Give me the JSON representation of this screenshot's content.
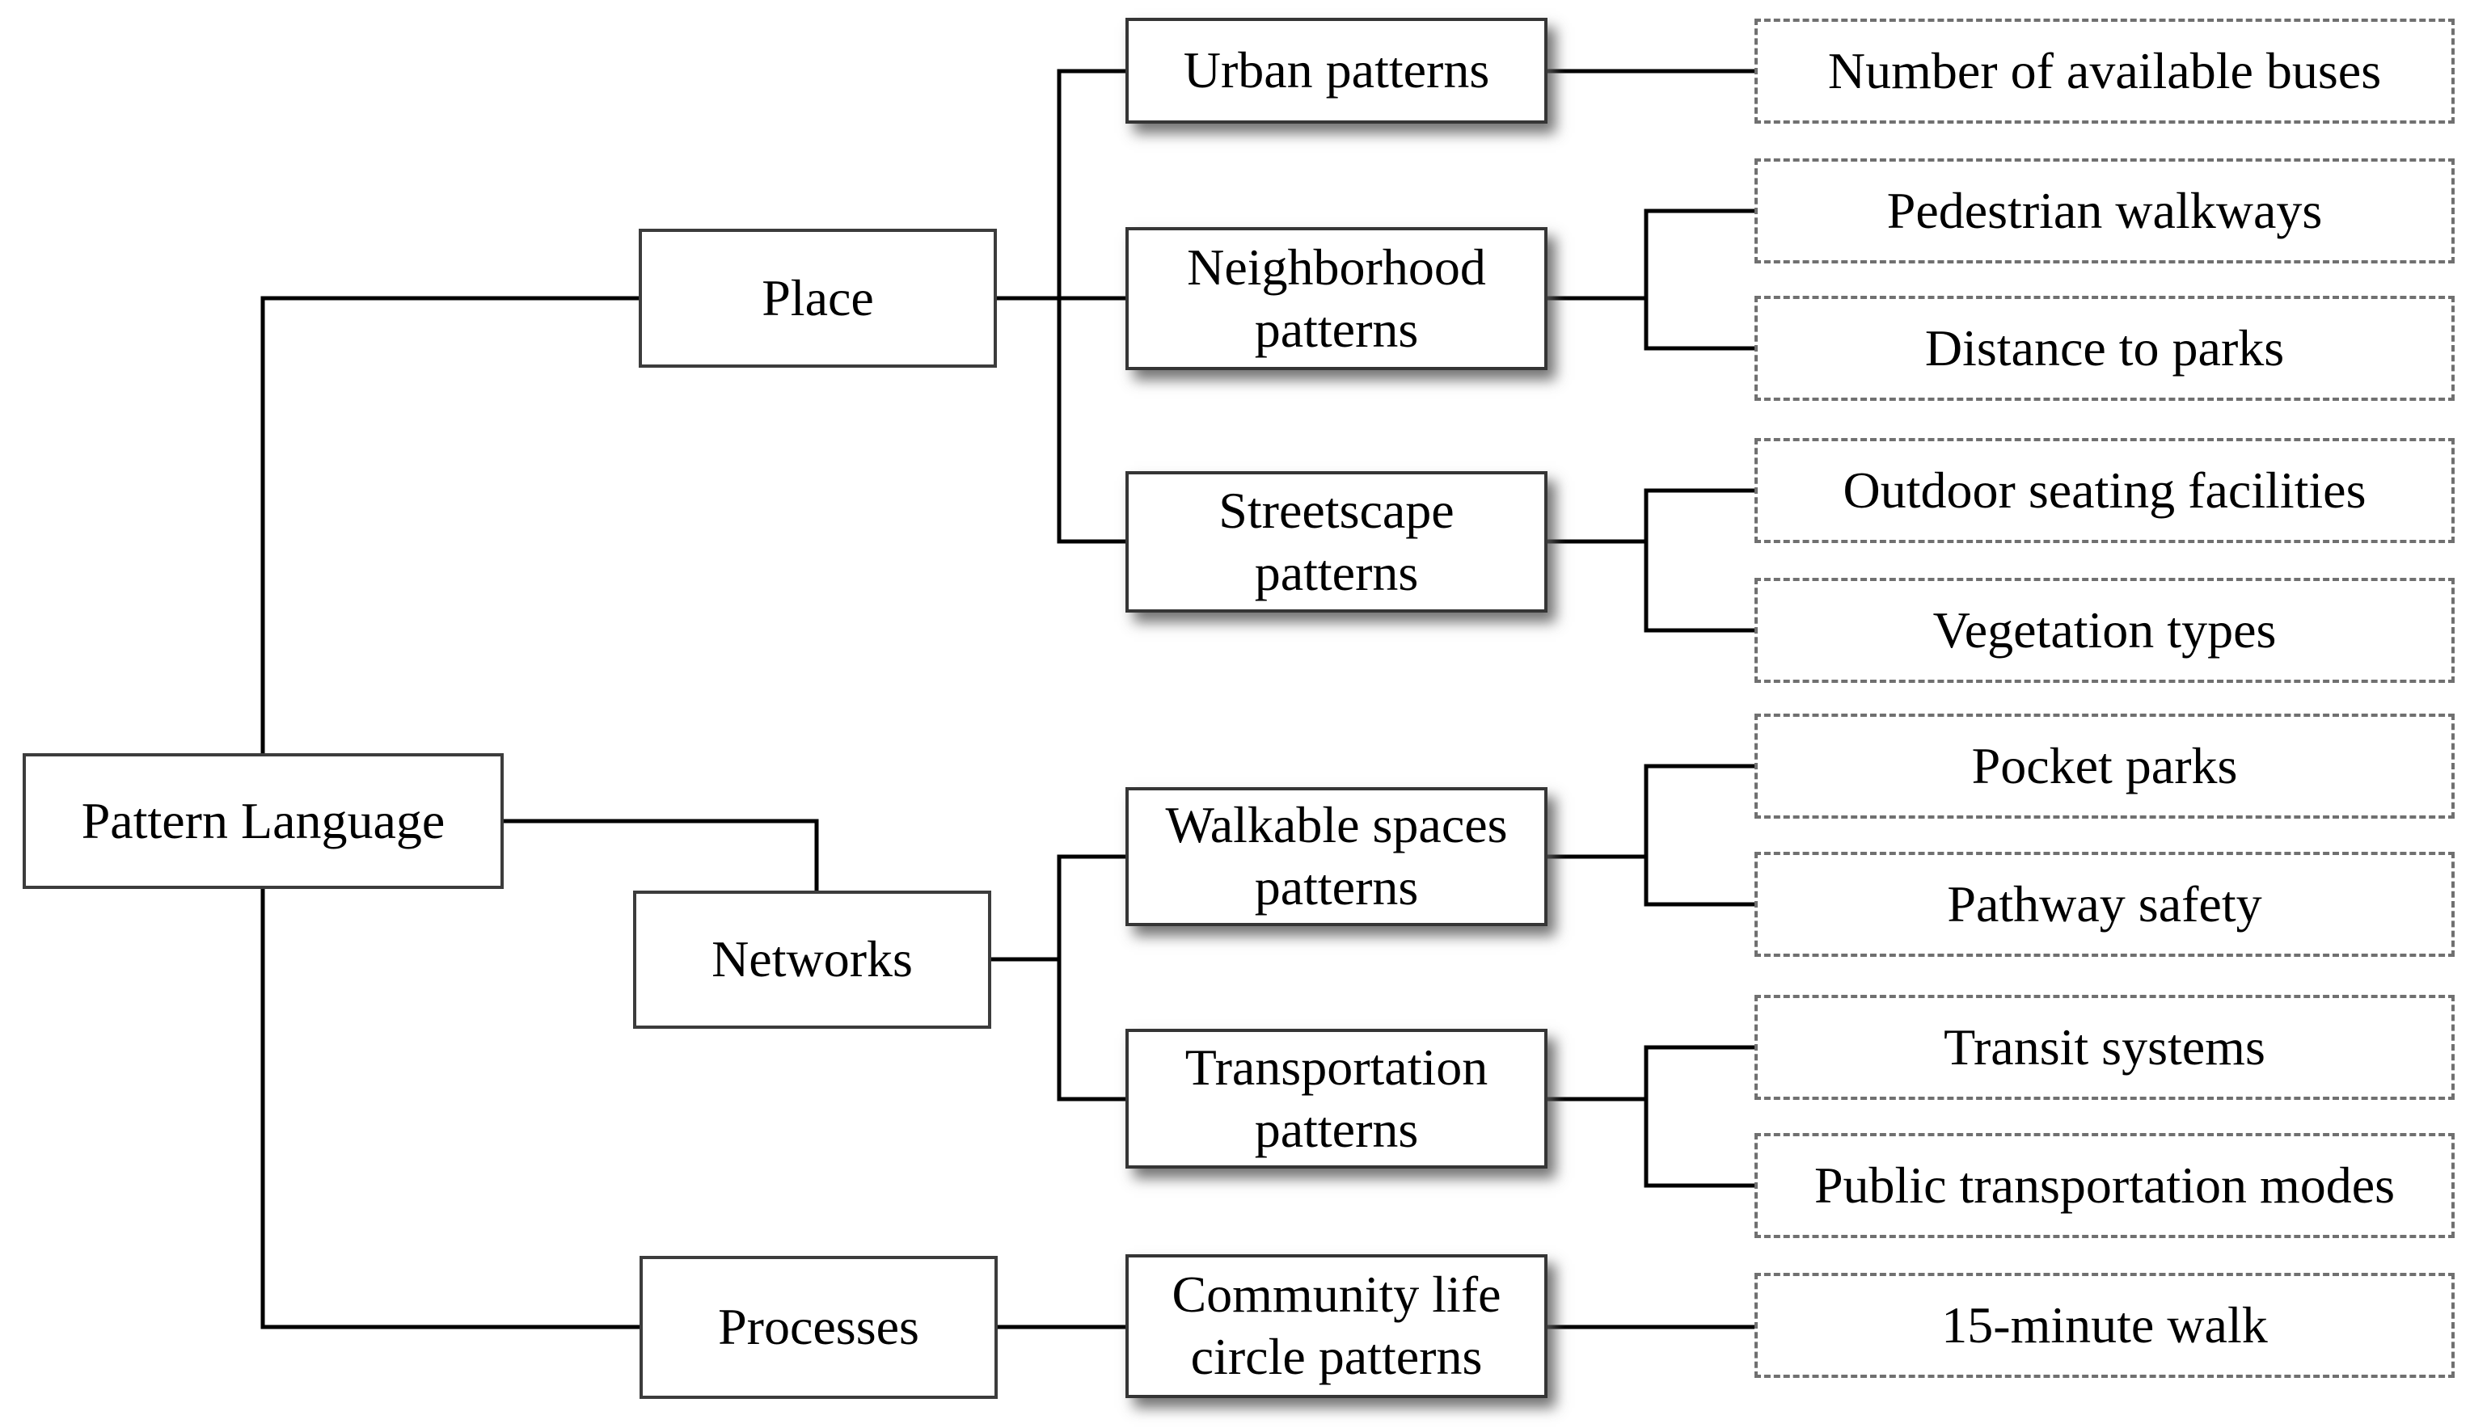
{
  "colors": {
    "background": "#ffffff",
    "text": "#000000",
    "connector_line": "#000000",
    "solid_box_border": "#3c3c3c",
    "leaf_dashed_border": "#707070",
    "level3_shadow": "rgba(90,90,90,0.85)"
  },
  "nodes": {
    "root": {
      "label": "Pattern Language"
    },
    "place": {
      "label": "Place"
    },
    "networks": {
      "label": "Networks"
    },
    "processes": {
      "label": "Processes"
    },
    "urban_patterns": {
      "label": "Urban patterns"
    },
    "neighborhood_patterns": {
      "label": "Neighborhood\npatterns"
    },
    "streetscape_patterns": {
      "label": "Streetscape\npatterns"
    },
    "walkable_spaces_patterns": {
      "label": "Walkable spaces\npatterns"
    },
    "transportation_patterns": {
      "label": "Transportation\npatterns"
    },
    "community_life_circle_patterns": {
      "label": "Community life\ncircle patterns"
    },
    "number_of_available_buses": {
      "label": "Number of available buses"
    },
    "pedestrian_walkways": {
      "label": "Pedestrian walkways"
    },
    "distance_to_parks": {
      "label": "Distance to parks"
    },
    "outdoor_seating_facilities": {
      "label": "Outdoor seating facilities"
    },
    "vegetation_types": {
      "label": "Vegetation types"
    },
    "pocket_parks": {
      "label": "Pocket parks"
    },
    "pathway_safety": {
      "label": "Pathway safety"
    },
    "transit_systems": {
      "label": "Transit systems"
    },
    "public_transportation_modes": {
      "label": "Public transportation modes"
    },
    "fifteen_minute_walk": {
      "label": "15-minute walk"
    }
  },
  "edges": [
    [
      "Pattern Language",
      "Place"
    ],
    [
      "Pattern Language",
      "Networks"
    ],
    [
      "Pattern Language",
      "Processes"
    ],
    [
      "Place",
      "Urban patterns"
    ],
    [
      "Place",
      "Neighborhood patterns"
    ],
    [
      "Place",
      "Streetscape patterns"
    ],
    [
      "Networks",
      "Walkable spaces patterns"
    ],
    [
      "Networks",
      "Transportation patterns"
    ],
    [
      "Processes",
      "Community life circle patterns"
    ],
    [
      "Urban patterns",
      "Number of available buses"
    ],
    [
      "Neighborhood patterns",
      "Pedestrian walkways"
    ],
    [
      "Neighborhood patterns",
      "Distance to parks"
    ],
    [
      "Streetscape patterns",
      "Outdoor seating facilities"
    ],
    [
      "Streetscape patterns",
      "Vegetation types"
    ],
    [
      "Walkable spaces patterns",
      "Pocket parks"
    ],
    [
      "Walkable spaces patterns",
      "Pathway safety"
    ],
    [
      "Transportation patterns",
      "Transit systems"
    ],
    [
      "Transportation patterns",
      "Public transportation modes"
    ],
    [
      "Community life circle patterns",
      "15-minute walk"
    ]
  ]
}
